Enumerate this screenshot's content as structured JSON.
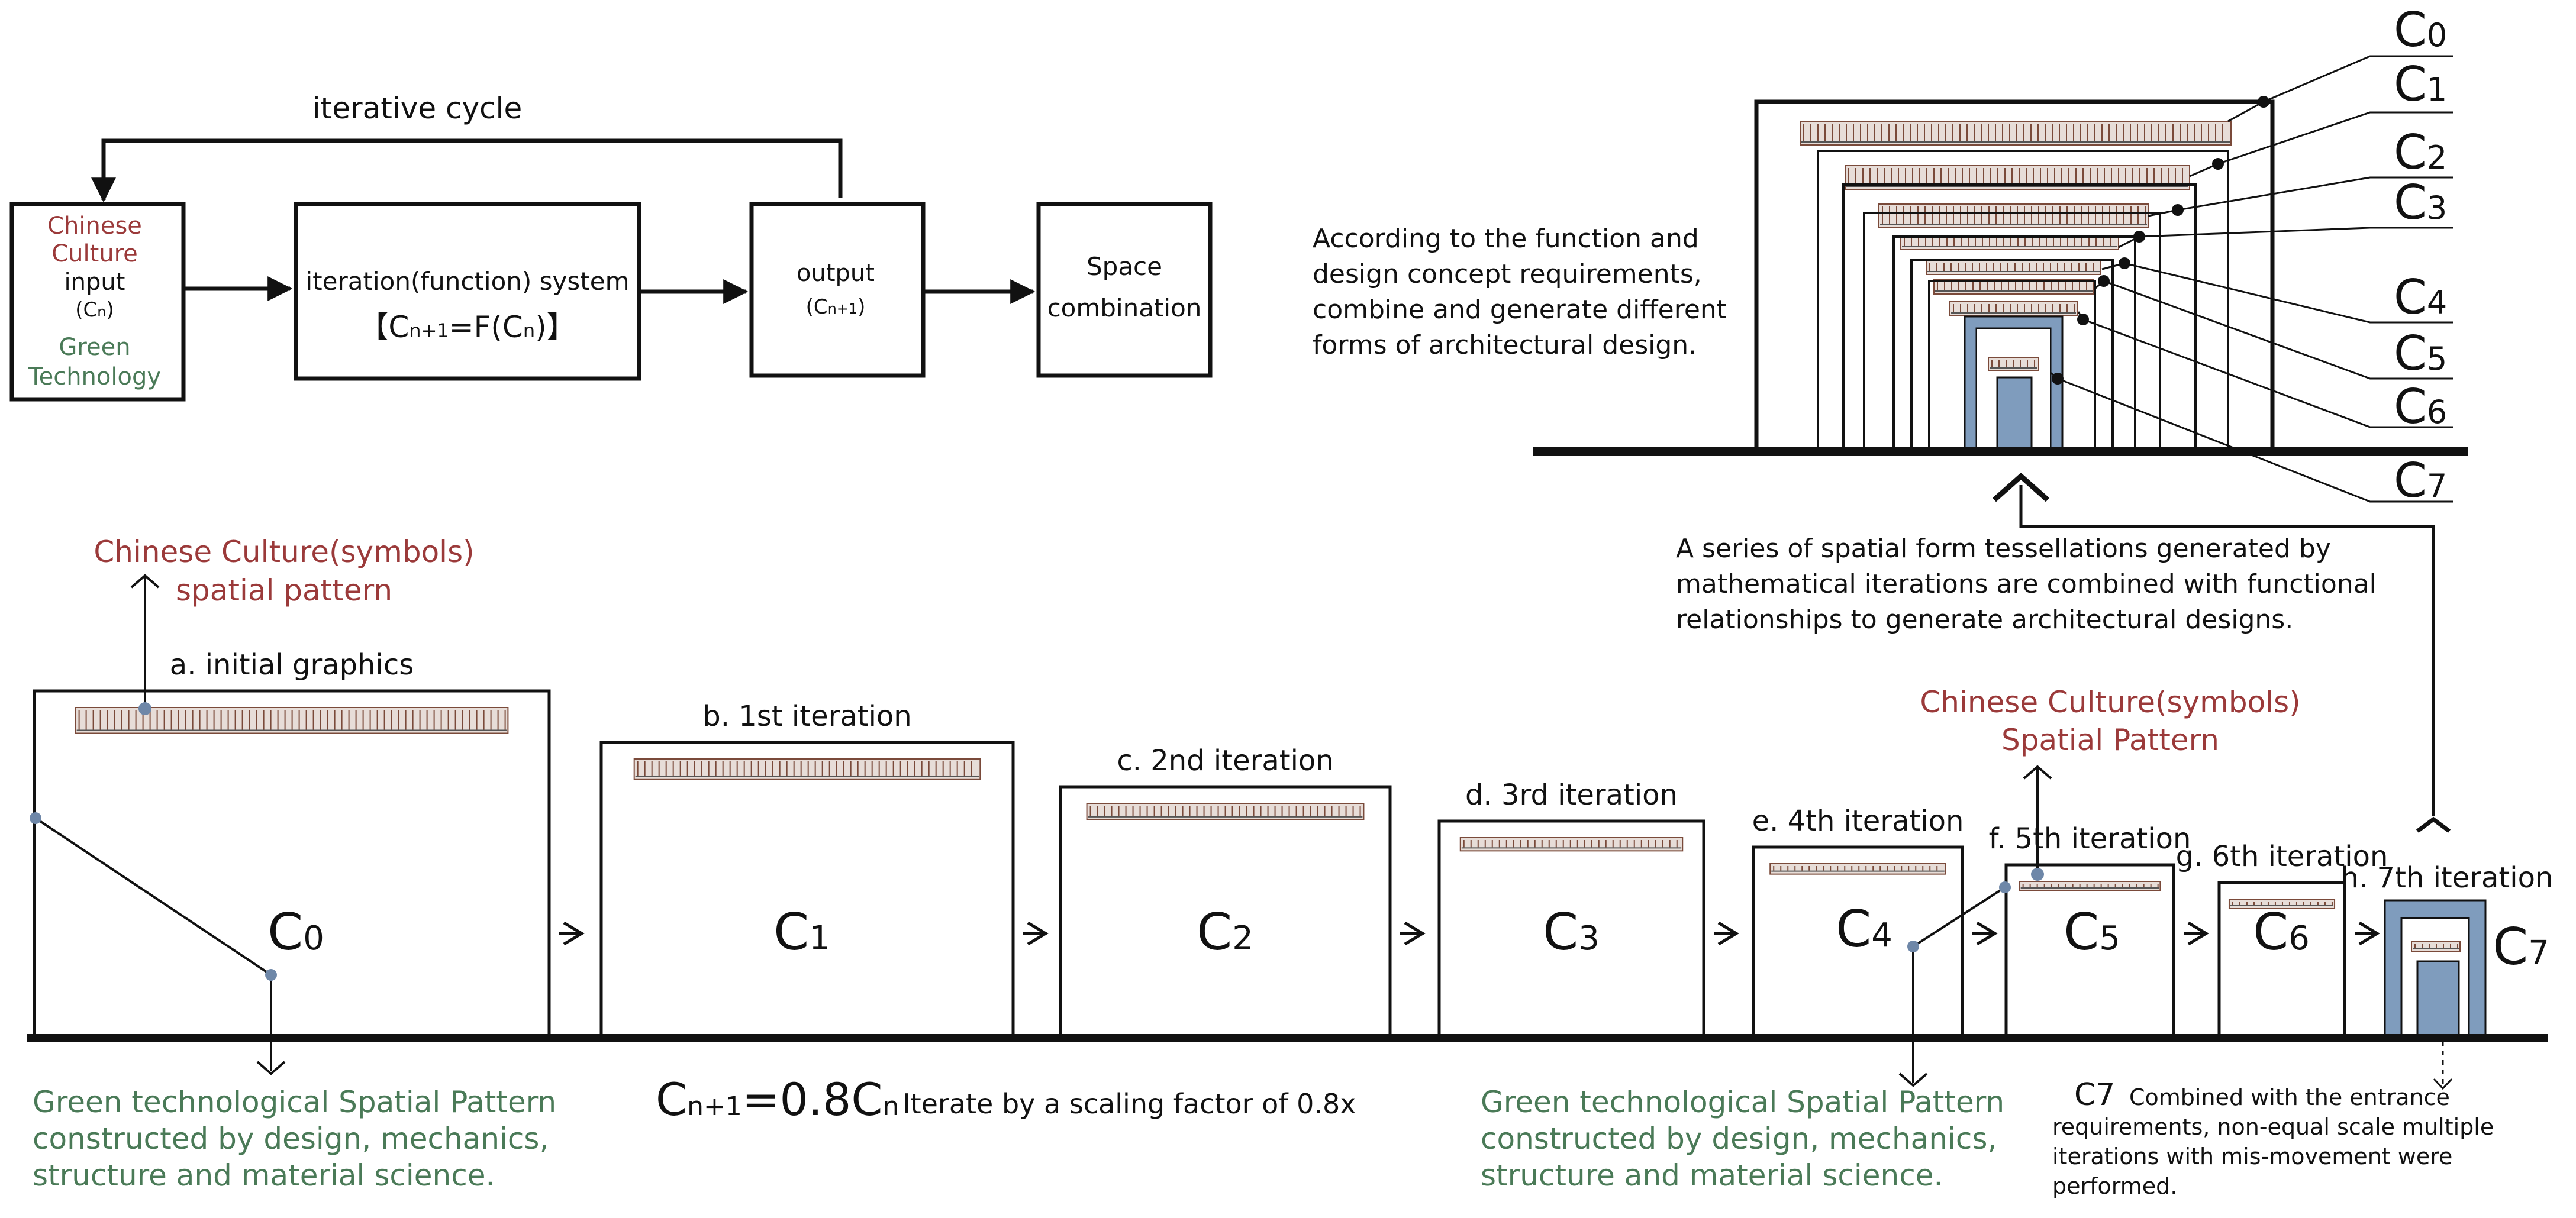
{
  "colors": {
    "red_text": "#9b3a3a",
    "green_text": "#4a7a57",
    "steel_blue": "#7f9cbd",
    "ink": "#111111",
    "pattern_fill": "#e7ddd8",
    "pattern_stroke": "#7a4a3a"
  },
  "flow": {
    "loop_label": "iterative cycle",
    "input_box": {
      "line1": "Chinese",
      "line2": "Culture",
      "line3": "input",
      "line4": "(C",
      "line4_sub": "n",
      "line4_end": ")",
      "line5": "Green",
      "line6": "Technology"
    },
    "system_box": {
      "title": "iteration(function) system",
      "formula_open": "【C",
      "formula_sub1": "n+1",
      "formula_mid": "=F(C",
      "formula_sub2": "n",
      "formula_close": ")】"
    },
    "output_box": {
      "title": "output",
      "sub_open": "(C",
      "sub_sub": "n+1",
      "sub_close": ")"
    },
    "space_box": {
      "line1": "Space",
      "line2": "combination"
    }
  },
  "combined": {
    "description": [
      "According to the function and",
      "design concept requirements,",
      "combine and generate different",
      "forms of architectural design."
    ],
    "labels": [
      {
        "base": "C",
        "sub": "0"
      },
      {
        "base": "C",
        "sub": "1"
      },
      {
        "base": "C",
        "sub": "2"
      },
      {
        "base": "C",
        "sub": "3"
      },
      {
        "base": "C",
        "sub": "4"
      },
      {
        "base": "C",
        "sub": "5"
      },
      {
        "base": "C",
        "sub": "6"
      },
      {
        "base": "C",
        "sub": "7"
      }
    ],
    "series_note": [
      "A series of spatial form tessellations generated by",
      "mathematical iterations are combined with functional",
      "relationships to generate architectural designs."
    ]
  },
  "culture_top": {
    "line1": "Chinese Culture(symbols)",
    "line2": "spatial pattern"
  },
  "culture_mid": {
    "line1": "Chinese Culture(symbols)",
    "line2": "Spatial Pattern"
  },
  "iterations": [
    {
      "caption": "a. initial graphics",
      "base": "C",
      "sub": "0"
    },
    {
      "caption": "b. 1st iteration",
      "base": "C",
      "sub": "1"
    },
    {
      "caption": "c. 2nd iteration",
      "base": "C",
      "sub": "2"
    },
    {
      "caption": "d. 3rd iteration",
      "base": "C",
      "sub": "3"
    },
    {
      "caption": "e. 4th iteration",
      "base": "C",
      "sub": "4"
    },
    {
      "caption": "f. 5th iteration",
      "base": "C",
      "sub": "5"
    },
    {
      "caption": "g. 6th iteration",
      "base": "C",
      "sub": "6"
    },
    {
      "caption": "h. 7th iteration",
      "base": "C",
      "sub": "7"
    }
  ],
  "green_note": [
    "Green technological Spatial Pattern",
    "constructed by design, mechanics,",
    "structure and material science."
  ],
  "scaling": {
    "lhs_base": "C",
    "lhs_sub": "n+1",
    "rhs": "=0.8C",
    "rhs_sub": "n",
    "note": "Iterate by a scaling factor of 0.8x"
  },
  "c7_note": {
    "label": "C7",
    "line1": "Combined with the entrance",
    "line2": "requirements, non-equal scale multiple",
    "line3": "iterations with mis-movement were",
    "line4": "performed."
  }
}
